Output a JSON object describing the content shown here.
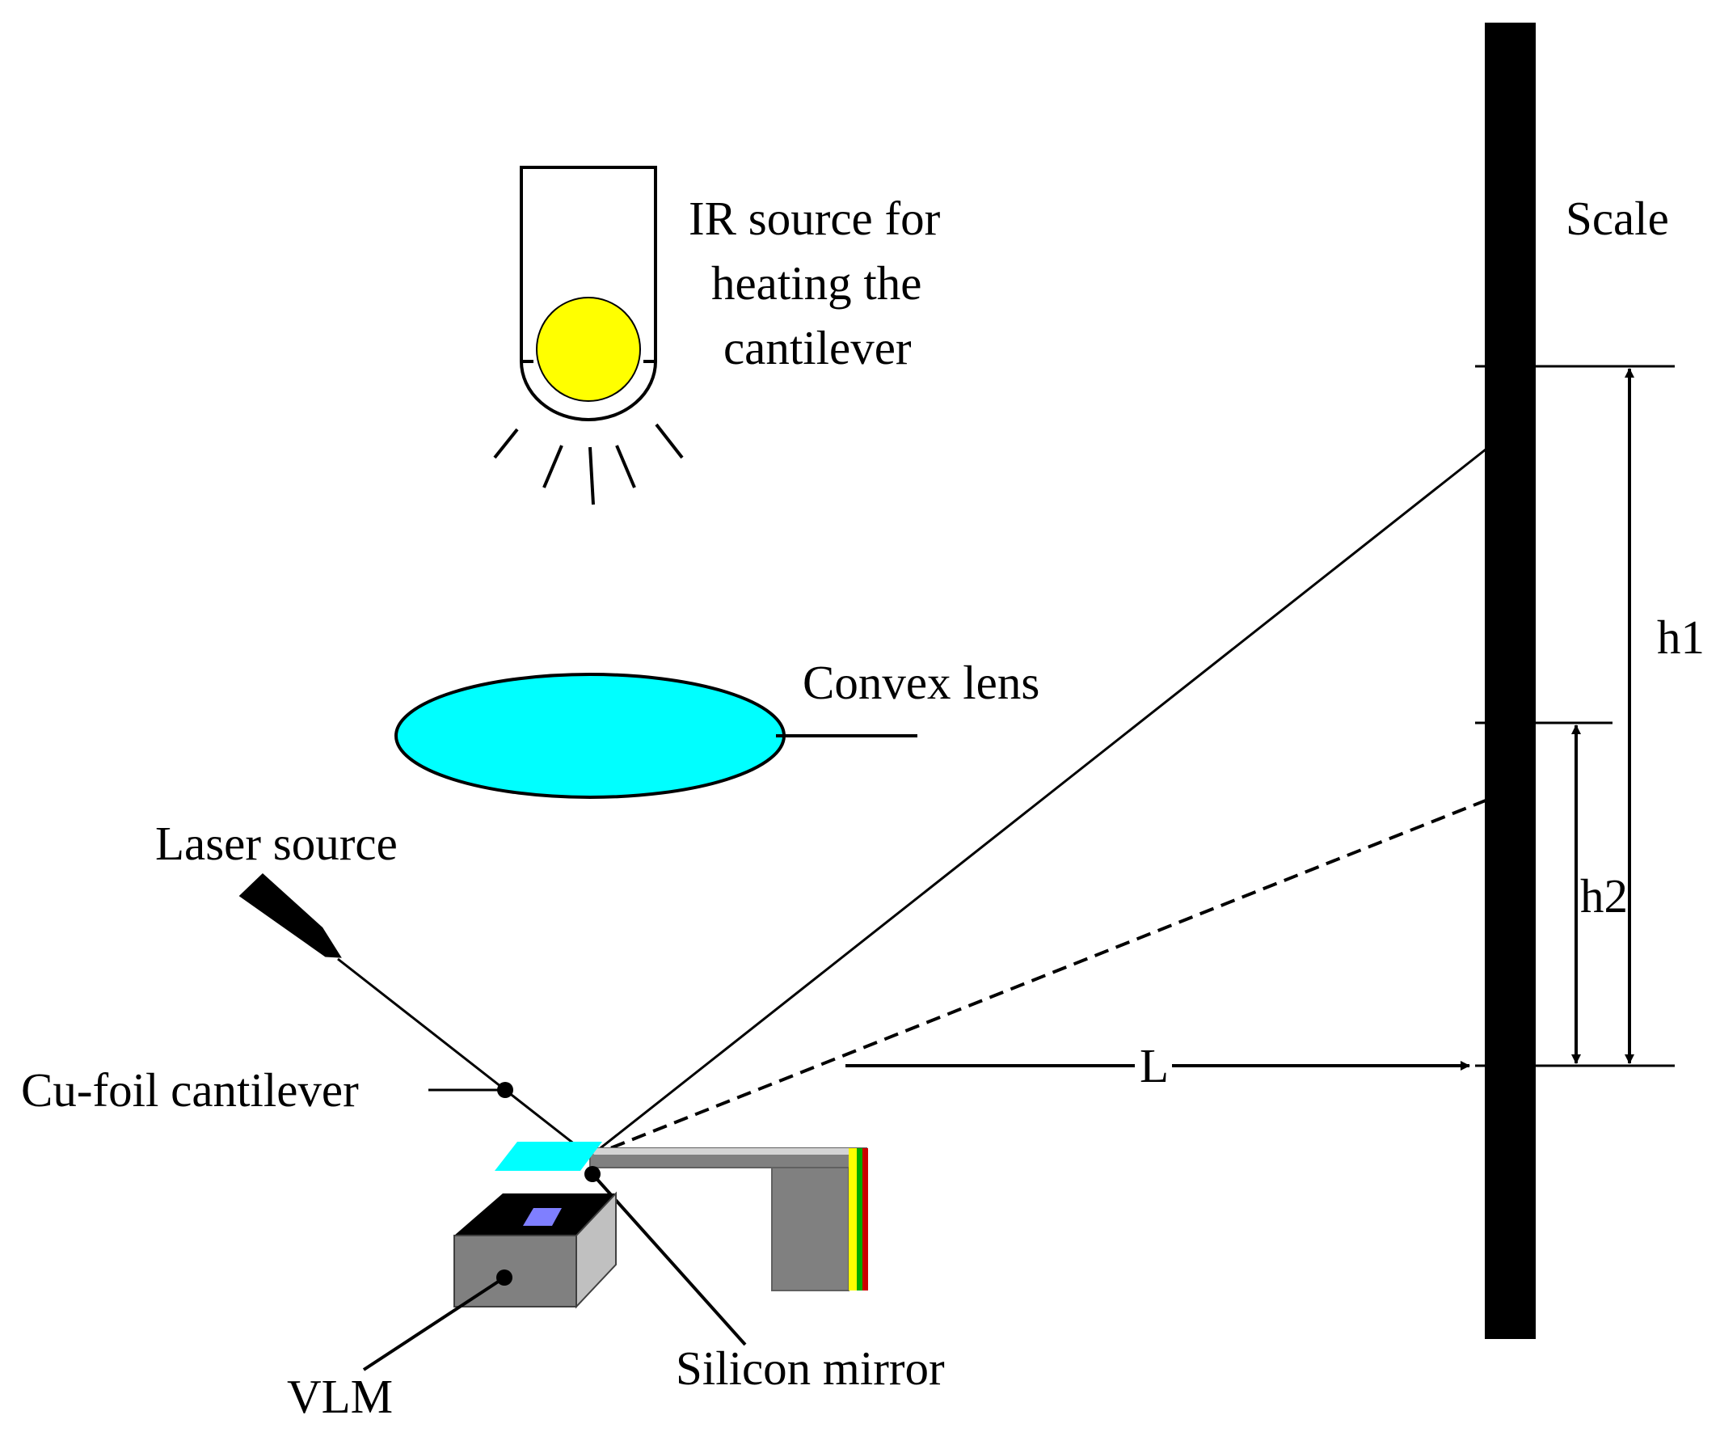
{
  "labels": {
    "ir_source_line1": "IR source for",
    "ir_source_line2": "heating the",
    "ir_source_line3": "cantilever",
    "scale": "Scale",
    "convex_lens": "Convex lens",
    "laser_source": "Laser source",
    "cantilever": "Cu-foil cantilever",
    "silicon_mirror": "Silicon mirror",
    "vlm": "VLM",
    "h1": "h1",
    "h2": "h2",
    "distance": "L"
  },
  "colors": {
    "lamp_bulb": "#ffff00",
    "lens": "#00ffff",
    "mirror": "#00ffff",
    "scale_bar": "#000000",
    "vlm_top": "#000000",
    "vlm_window": "#7f7fff",
    "vlm_body": "#808080",
    "vlm_side": "#c0c0c0",
    "stage_grey": "#808080",
    "stage_light": "#d4d4d4",
    "stage_stripe_yellow": "#ffff00",
    "stage_stripe_green": "#00aa00",
    "stage_stripe_red": "#cc0000"
  }
}
